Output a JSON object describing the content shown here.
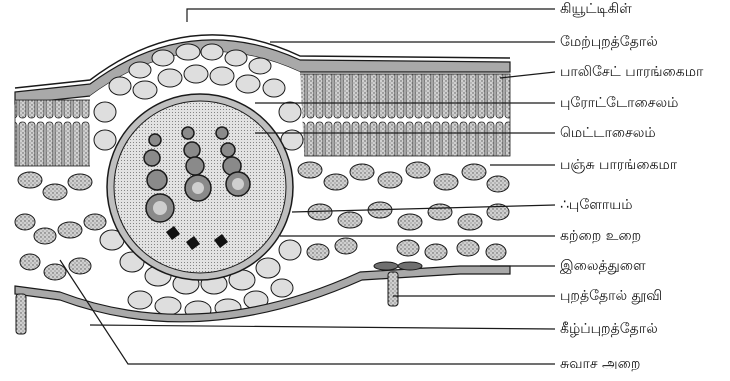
{
  "labels": {
    "cuticle": "கியூட்டிகிள்",
    "upper_epidermis": "மேற்புறத்தோல்",
    "palisade_parenchyma": "பாலிசேட் பாரங்கைமா",
    "protoxylem": "புரோட்டோசைலம்",
    "metaxylem": "மெட்டாசைலம்",
    "spongy_parenchyma": "பஞ்சு பாரங்கைமா",
    "phloem": "∴புளோயம்",
    "bundle_sheath": "கற்றை உறை",
    "stomata": "இலைத்துளை",
    "epidermal_hair": "புறத்தோல் தூவி",
    "lower_epidermis": "கீழ்ப்புறத்தோல்",
    "respiratory_cavity": "சுவாச அறை"
  },
  "colors": {
    "line": "#1a1a1a",
    "cell_fill": "#d9d9d9",
    "dotted_fill": "#bdbdbd",
    "vascular_fill": "#c8c8c8",
    "xylem_dark": "#555555"
  }
}
